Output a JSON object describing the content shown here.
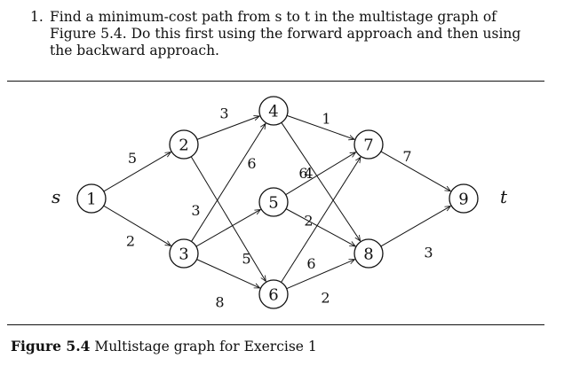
{
  "exercise": {
    "number": "1.",
    "lines": [
      "Find a minimum-cost path from s to t in the multistage graph of",
      "Figure 5.4. Do this first using the forward approach and then using",
      "the backward approach."
    ]
  },
  "figure": {
    "caption_number": "Figure 5.4",
    "caption_text": "Multistage graph for Exercise 1",
    "source_label": "s",
    "sink_label": "t",
    "nodes": [
      {
        "id": "1",
        "stage": 1
      },
      {
        "id": "2",
        "stage": 2
      },
      {
        "id": "3",
        "stage": 2
      },
      {
        "id": "4",
        "stage": 3
      },
      {
        "id": "5",
        "stage": 3
      },
      {
        "id": "6",
        "stage": 3
      },
      {
        "id": "7",
        "stage": 4
      },
      {
        "id": "8",
        "stage": 4
      },
      {
        "id": "9",
        "stage": 5
      }
    ],
    "edges": [
      {
        "from": "1",
        "to": "2",
        "cost": "5"
      },
      {
        "from": "1",
        "to": "3",
        "cost": "2"
      },
      {
        "from": "2",
        "to": "4",
        "cost": "3"
      },
      {
        "from": "2",
        "to": "6",
        "cost": "3"
      },
      {
        "from": "3",
        "to": "4",
        "cost": "6"
      },
      {
        "from": "3",
        "to": "5",
        "cost": "5"
      },
      {
        "from": "3",
        "to": "6",
        "cost": "8"
      },
      {
        "from": "4",
        "to": "7",
        "cost": "1"
      },
      {
        "from": "4",
        "to": "8",
        "cost": "4"
      },
      {
        "from": "5",
        "to": "7",
        "cost": "6"
      },
      {
        "from": "5",
        "to": "8",
        "cost": "2"
      },
      {
        "from": "6",
        "to": "7",
        "cost": "6"
      },
      {
        "from": "6",
        "to": "8",
        "cost": "2"
      },
      {
        "from": "7",
        "to": "9",
        "cost": "7"
      },
      {
        "from": "8",
        "to": "9",
        "cost": "3"
      }
    ]
  }
}
